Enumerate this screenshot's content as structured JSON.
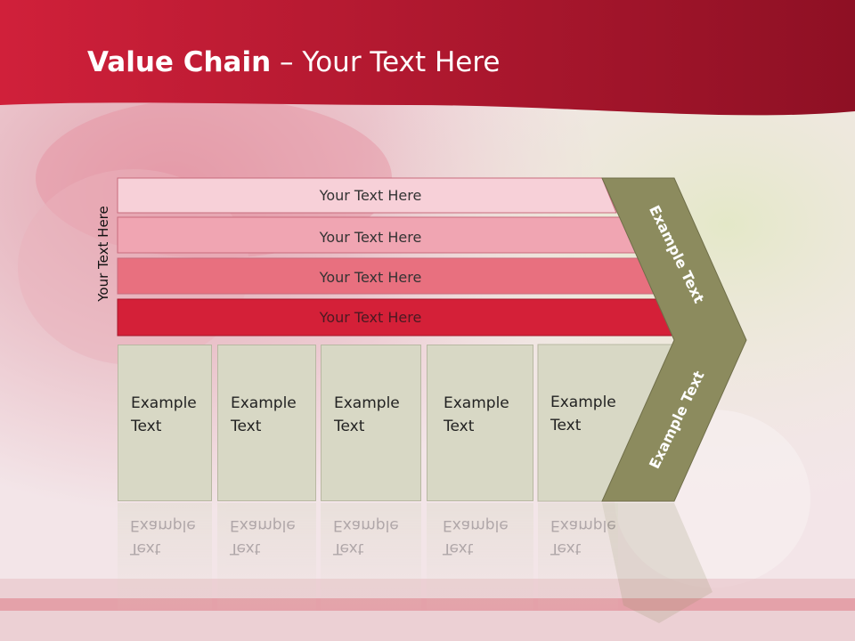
{
  "title": {
    "bold": "Value Chain",
    "rest": " – Your Text Here"
  },
  "side_label": "Your Text Here",
  "bars": [
    {
      "label": "Your Text Here",
      "color": "#f7d0d8"
    },
    {
      "label": "Your Text Here",
      "color": "#f0a5b2"
    },
    {
      "label": "Your Text Here",
      "color": "#e8707f"
    },
    {
      "label": "Your Text Here",
      "color": "#d42038"
    }
  ],
  "boxes": [
    {
      "line1": "Example",
      "line2": "Text"
    },
    {
      "line1": "Example",
      "line2": "Text"
    },
    {
      "line1": "Example",
      "line2": "Text"
    },
    {
      "line1": "Example",
      "line2": "Text"
    },
    {
      "line1": "Example",
      "line2": "Text"
    }
  ],
  "arrow": {
    "top_label": "Example Text",
    "bottom_label": "Example Text",
    "color": "#8c8b5e"
  },
  "colors": {
    "header": "#b3162f",
    "box_fill": "#d8d8c5"
  }
}
